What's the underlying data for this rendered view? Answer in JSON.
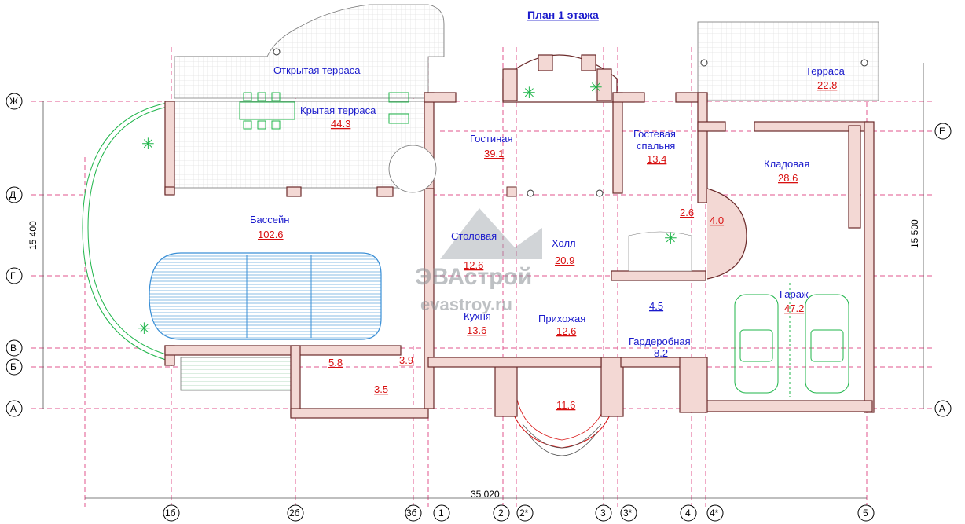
{
  "title": "План 1 этажа",
  "watermark": {
    "brand": "ЭВАстрой",
    "site": "evastroy.ru"
  },
  "rooms": [
    {
      "name": "Открытая терраса",
      "area": ""
    },
    {
      "name": "Крытая терраса",
      "area": "44.3"
    },
    {
      "name": "Гостиная",
      "area": "39.1"
    },
    {
      "name": "Гостевая",
      "name2": "спальня",
      "area": "13.4"
    },
    {
      "name": "Терраса",
      "area": "22.8"
    },
    {
      "name": "Кладовая",
      "area": "28.6"
    },
    {
      "name": "Бассейн",
      "area": "102.6"
    },
    {
      "name": "Столовая",
      "area": "12.6"
    },
    {
      "name": "Холл",
      "area": "20.9"
    },
    {
      "name": "Кухня",
      "area": "13.6"
    },
    {
      "name": "Прихожая",
      "area": "12.6"
    },
    {
      "name": "Гардеробная",
      "area": "8.2"
    },
    {
      "name": "Гараж",
      "area": "47.2"
    }
  ],
  "small_areas": [
    "2.6",
    "4.0",
    "4.5",
    "5.8",
    "3.9",
    "3.5",
    "11.6"
  ],
  "dimensions": {
    "width": "35 020",
    "left_height": "15 400",
    "right_height": "15 500"
  },
  "row_axes": [
    "Ж",
    "Д",
    "Г",
    "В",
    "Б",
    "А",
    "Е"
  ],
  "col_axes": [
    "1б",
    "2б",
    "3б",
    "1",
    "2",
    "2*",
    "3",
    "3*",
    "4",
    "4*",
    "5"
  ]
}
